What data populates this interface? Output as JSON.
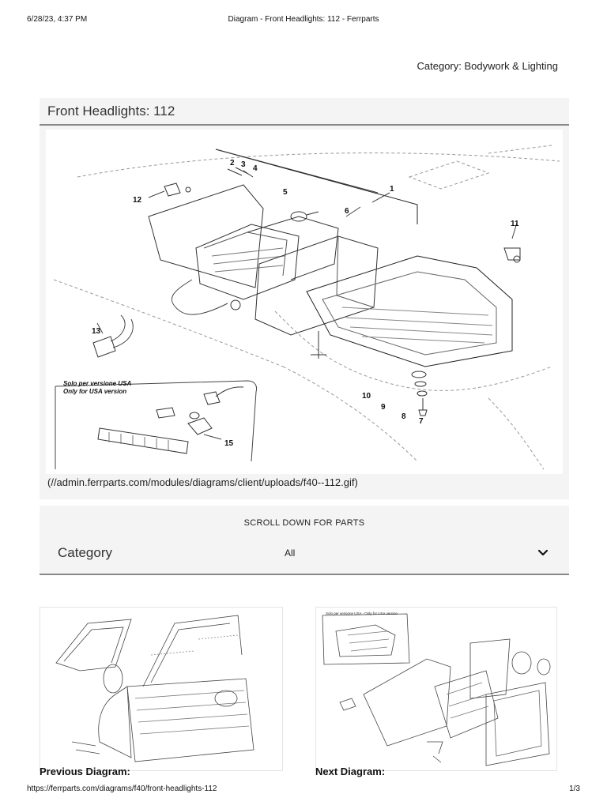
{
  "print_header": {
    "datetime": "6/28/23, 4:37 PM",
    "title": "Diagram - Front Headlights: 112 - Ferrparts"
  },
  "category_line": "Category: Bodywork & Lighting",
  "section": {
    "title": "Front Headlights: 112",
    "image_link": "(//admin.ferrparts.com/modules/diagrams/client/uploads/f40--112.gif)",
    "callouts": [
      "1",
      "2",
      "3",
      "4",
      "5",
      "6",
      "7",
      "8",
      "9",
      "10",
      "11",
      "12",
      "13",
      "15"
    ],
    "inset_label_line1": "Solo per versione USA",
    "inset_label_line2": "Only for USA version"
  },
  "scroll_band": {
    "text": "SCROLL DOWN FOR PARTS",
    "category_label": "Category",
    "category_value": "All",
    "chevron_icon": "chevron-down-icon"
  },
  "thumbnails": {
    "next_inset_label": "Solo per versione USA - Only for USA version"
  },
  "navigation": {
    "previous_label": "Previous Diagram:",
    "next_label": "Next Diagram:"
  },
  "print_footer": {
    "url": "https://ferrparts.com/diagrams/f40/front-headlights-112",
    "page": "1/3"
  }
}
